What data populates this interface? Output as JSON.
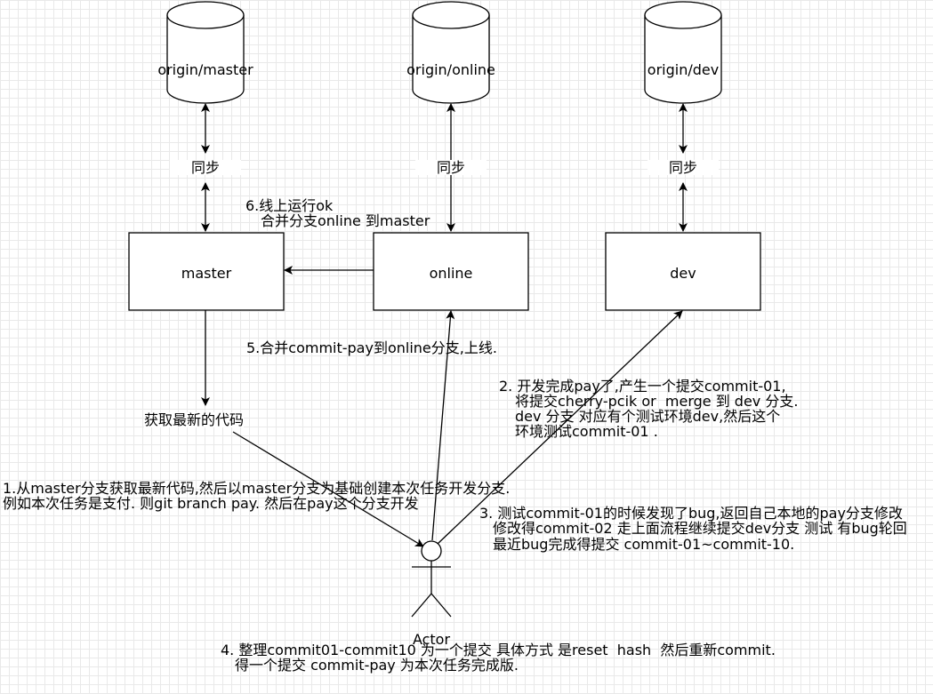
{
  "repos": {
    "master": "origin/master",
    "online": "origin/online",
    "dev": "origin/dev"
  },
  "sync_label": "同步",
  "branches": {
    "master": "master",
    "online": "online",
    "dev": "dev"
  },
  "fetch_label": "获取最新的代码",
  "actor_label": "Actor",
  "steps": {
    "step1": [
      "1.从master分支获取最新代码,然后以master分支为基础创建本次任务开发分支.",
      "例如本次任务是支付. 则git branch pay. 然后在pay这个分支开发"
    ],
    "step2": [
      "2. 开发完成pay了,产生一个提交commit-01,",
      "将提交cherry-pcik or  merge 到 dev 分支.",
      "dev 分支 对应有个测试环境dev,然后这个",
      "环境测试commit-01 ."
    ],
    "step3": [
      "3. 测试commit-01的时候发现了bug,返回自己本地的pay分支修改",
      "修改得commit-02 走上面流程继续提交dev分支 测试 有bug轮回",
      "最近bug完成得提交 commit-01~commit-10."
    ],
    "step4": [
      "4. 整理commit01-commit10 为一个提交 具体方式 是reset  hash  然后重新commit.",
      "得一个提交 commit-pay 为本次任务完成版."
    ],
    "step5": "5.合并commit-pay到online分支,上线.",
    "step6": [
      "6.线上运行ok",
      "合并分支online 到master"
    ]
  }
}
